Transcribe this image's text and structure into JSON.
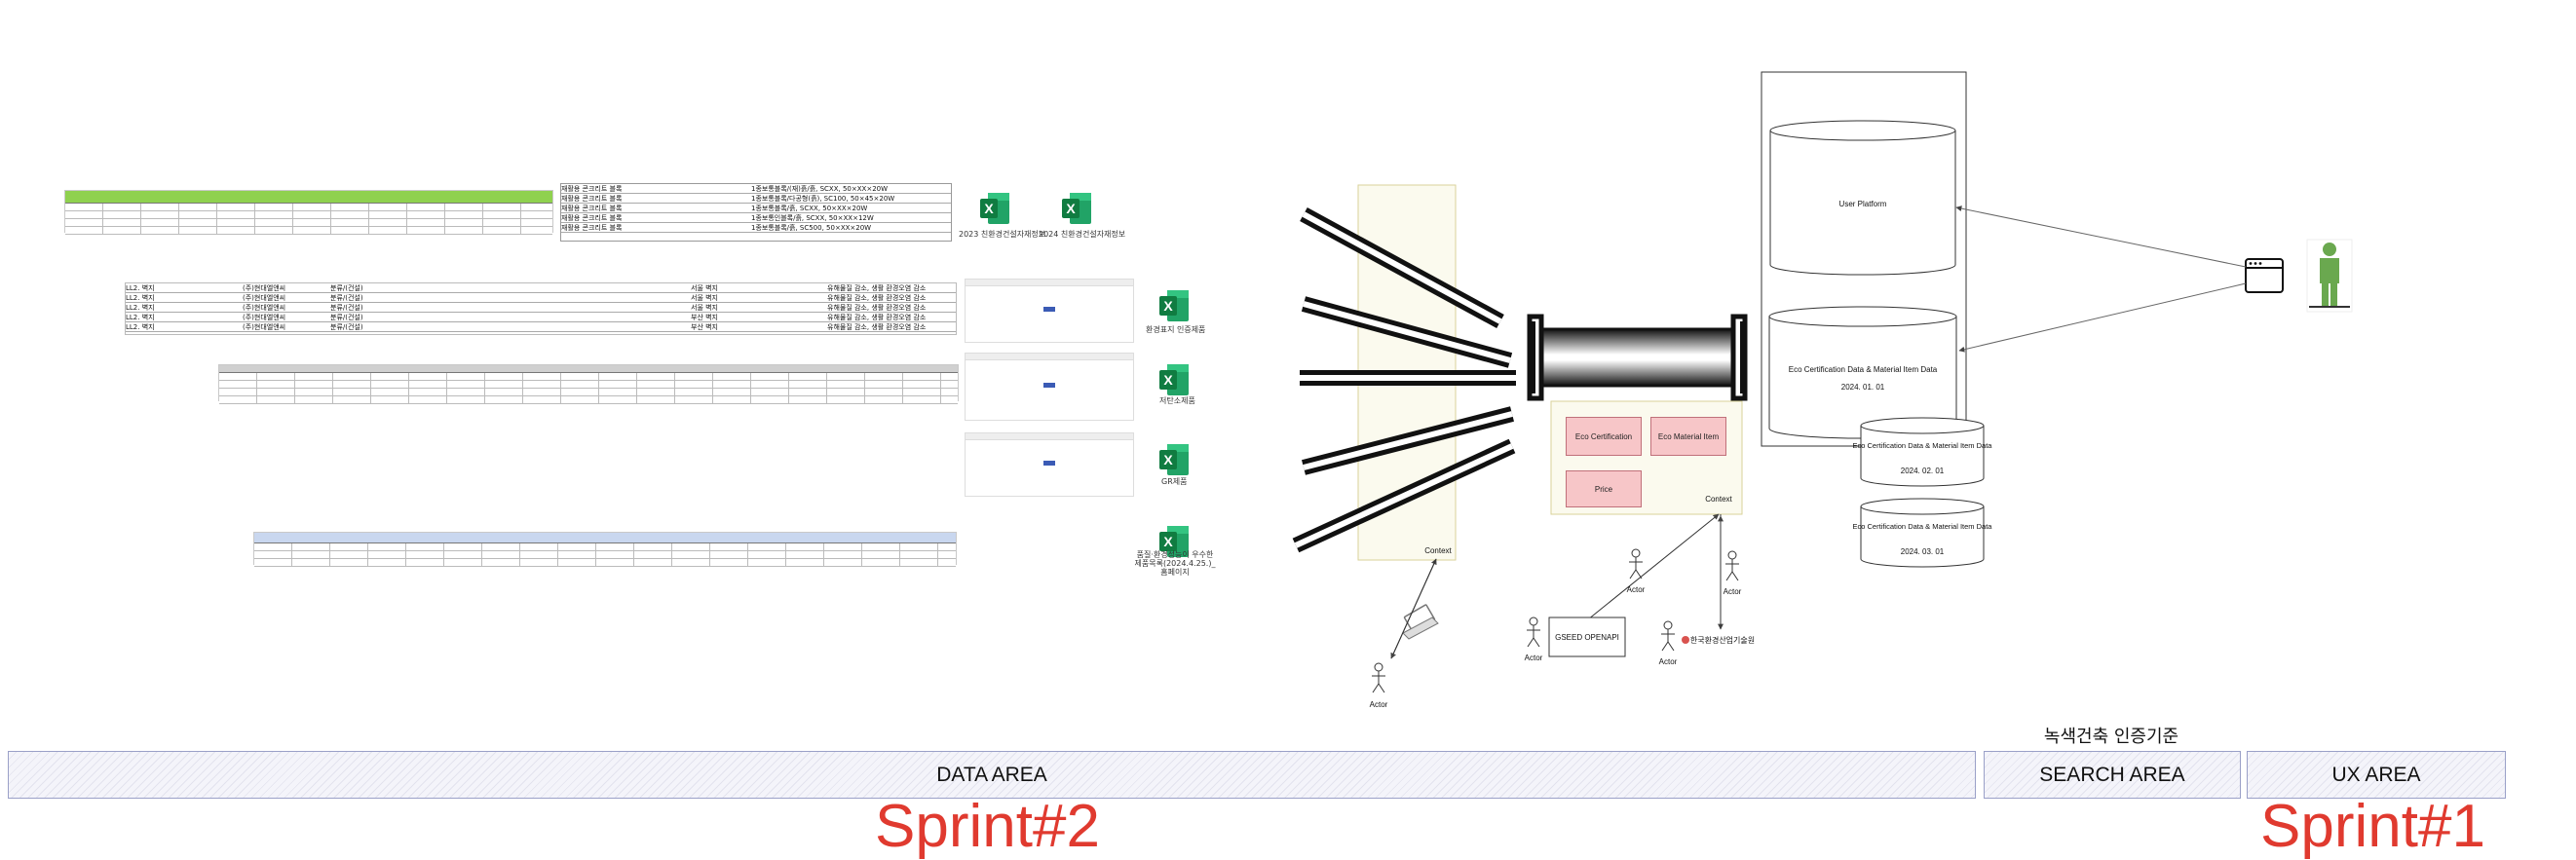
{
  "areas": {
    "data": "DATA AREA",
    "search": "SEARCH AREA",
    "ux": "UX AREA"
  },
  "search_title": "녹색건축 인증기준",
  "sprints": {
    "left": "Sprint#2",
    "right": "Sprint#1"
  },
  "files": {
    "f2023": "2023 친환경건설자재정보",
    "f2024": "2024 친환경건설자재정보",
    "env_mark": "환경표지 인증제품",
    "carbon": "저탄소제품",
    "gr": "GR제품",
    "excellent": "품질·환경성능이 우수한 제품목록(2024.4.25.)_홈페이지"
  },
  "sheet_rows_a": [
    [
      "재활용 콘크리트 블록",
      "1종보통블록/(재)흙/흙, SCXX, 50×XX×20W"
    ],
    [
      "재활용 콘크리트 블록",
      "1종보통블록/다공형(흙), SC100, 50×45×20W"
    ],
    [
      "재활용 콘크리트 블록",
      "1종보통블록/흙, SCXX, 50×XX×20W"
    ],
    [
      "재활용 콘크리트 블록",
      "1종보통인블록/흙, SCXX, 50×XX×12W"
    ],
    [
      "재활용 콘크리트 블록",
      "1종보통블록/흙, SC500, 50×XX×20W"
    ]
  ],
  "sheet_rows_b": [
    [
      "LL2. 벽지",
      "(주)현대엘앤씨",
      "분류/(건설)",
      "서울 벽지",
      "유해물질 감소, 생활 환경오염 감소"
    ],
    [
      "LL2. 벽지",
      "(주)현대엘앤씨",
      "분류/(건설)",
      "서울 벽지",
      "유해물질 감소, 생활 환경오염 감소"
    ],
    [
      "LL2. 벽지",
      "(주)현대엘앤씨",
      "분류/(건설)",
      "서울 벽지",
      "유해물질 감소, 생활 환경오염 감소"
    ],
    [
      "LL2. 벽지",
      "(주)현대엘앤씨",
      "분류/(건설)",
      "부산 벽지",
      "유해물질 감소, 생활 환경오염 감소"
    ],
    [
      "LL2. 벽지",
      "(주)현대엘앤씨",
      "분류/(건설)",
      "부산 벽지",
      "유해물질 감소, 생활 환경오염 감소"
    ]
  ],
  "diagram": {
    "user_platform": "User Platform",
    "db_main": "Eco Certification Data & Material Item Data",
    "db_main_date": "2024. 01. 01",
    "db_2": "Eco Certification Data & Material Item Data",
    "db_2_date": "2024. 02. 01",
    "db_3": "Eco Certification Data & Material Item Data",
    "db_3_date": "2024. 03. 01",
    "eco_cert": "Eco Certification",
    "eco_material": "Eco Material Item",
    "price": "Price",
    "context_left": "Context",
    "context_right": "Context",
    "gseed": "GSEED OPENAPI",
    "actor": "Actor",
    "logo_text": "한국환경산업기술원"
  },
  "colors": {
    "excel_green": "#1e7145",
    "sprint_red": "#e03a2f",
    "sheet_header_green": "#8fd14f",
    "actor_green": "#6aa84f",
    "pink_box": "#f7c6c8"
  }
}
